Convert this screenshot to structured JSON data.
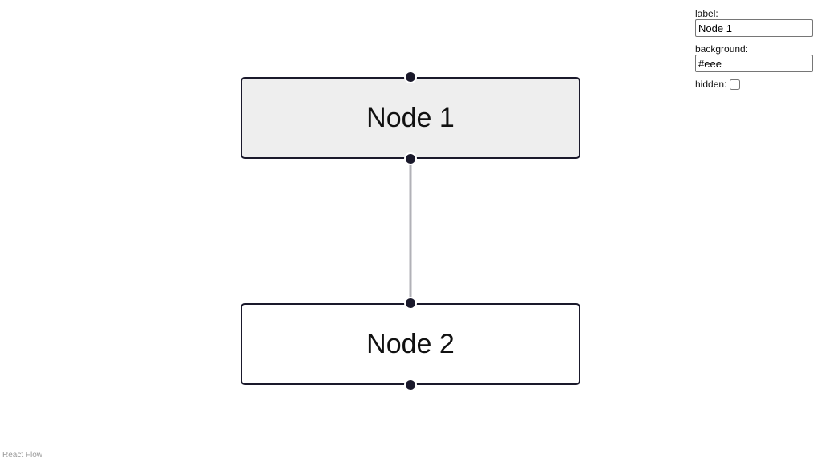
{
  "nodes": [
    {
      "id": "node-1",
      "label": "Node 1",
      "background": "#eeeeee"
    },
    {
      "id": "node-2",
      "label": "Node 2",
      "background": "#ffffff"
    }
  ],
  "edge": {
    "stroke": "#b1b1b7"
  },
  "panel": {
    "label_caption": "label:",
    "label_value": "Node 1",
    "background_caption": "background:",
    "background_value": "#eee",
    "hidden_caption": "hidden:",
    "hidden_checked": false
  },
  "attribution": "React Flow",
  "colors": {
    "node_border": "#1a192b",
    "handle": "#1a192b"
  }
}
